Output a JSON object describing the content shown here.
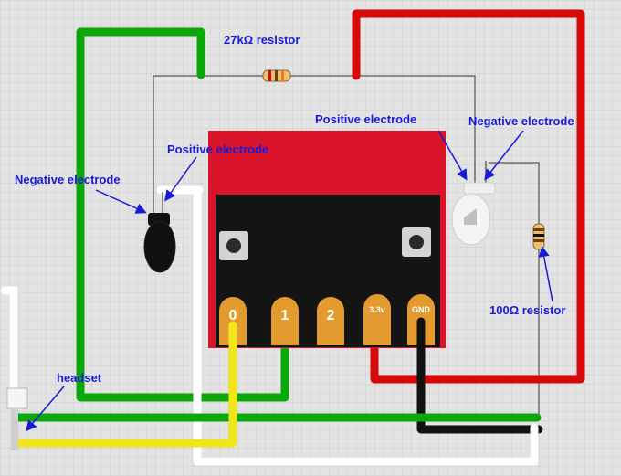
{
  "labels": {
    "resistor_27k": "27kΩ resistor",
    "resistor_100": "100Ω resistor",
    "pos_left": "Positive electrode",
    "neg_left": "Negative electrode",
    "pos_right": "Positive electrode",
    "neg_right": "Negative electrode",
    "headset": "headset"
  },
  "pins": [
    {
      "label": "0"
    },
    {
      "label": "1"
    },
    {
      "label": "2"
    },
    {
      "label": "3.3v"
    },
    {
      "label": "GND"
    }
  ],
  "colors": {
    "background": "#e3e3e3",
    "grid": "#cfcfcf",
    "board": "#d8132a",
    "board_inner": "#141414",
    "pin": "#e39a2e",
    "wire_green": "#0aa80a",
    "wire_red": "#d40a0a",
    "wire_yellow": "#f2e61a",
    "wire_white": "#ffffff",
    "wire_black": "#111111",
    "annotation": "#1a1ad6"
  }
}
